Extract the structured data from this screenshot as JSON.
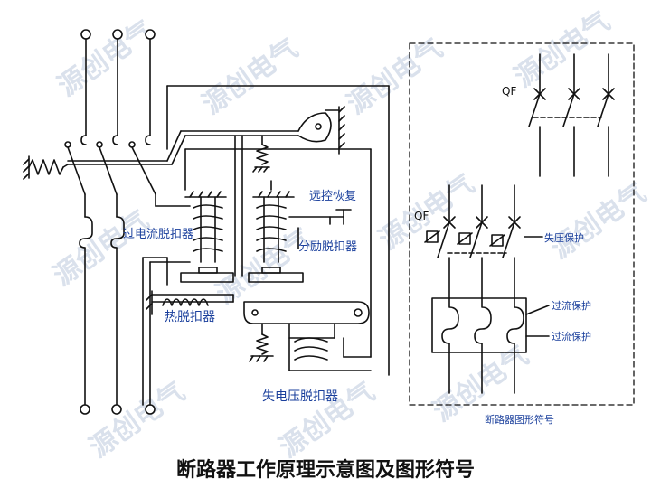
{
  "title": "断路器工作原理示意图及图形符号",
  "watermark": "源创电气",
  "labels": {
    "overcurrent_release": "过电流脱扣器",
    "shunt_release": "分励脱扣器",
    "remote_reset": "远控恢复",
    "thermal_release": "热脱扣器",
    "undervoltage_release": "失电压脱扣器"
  },
  "symbol_panel": {
    "caption": "断路器图形符号",
    "qf_top": "QF",
    "qf_bottom": "QF",
    "undervoltage_protection": "失压保护",
    "overcurrent_protection_1": "过流保护",
    "overcurrent_protection_2": "过流保护"
  },
  "colors": {
    "line": "#111111",
    "label": "#1a3f9c",
    "watermark": "#96aac8"
  }
}
